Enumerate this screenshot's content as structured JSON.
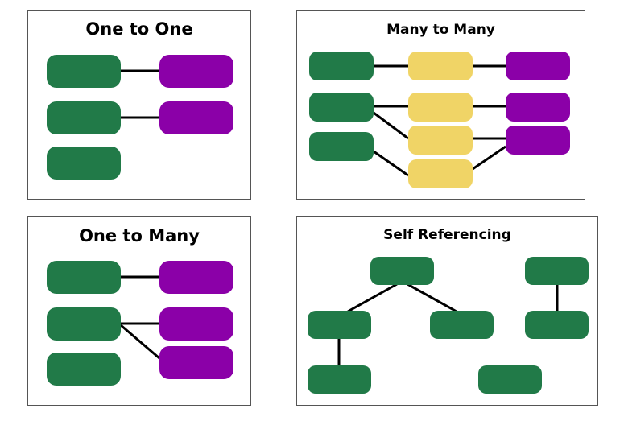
{
  "panels": {
    "one_to_one": {
      "title": "One to One"
    },
    "many_to_many": {
      "title": "Many to Many"
    },
    "one_to_many": {
      "title": "One to Many"
    },
    "self_referencing": {
      "title": "Self Referencing"
    }
  },
  "colors": {
    "entity_a": "#217a48",
    "entity_b": "#8b00a8",
    "join": "#f0d466",
    "line": "#000000"
  }
}
